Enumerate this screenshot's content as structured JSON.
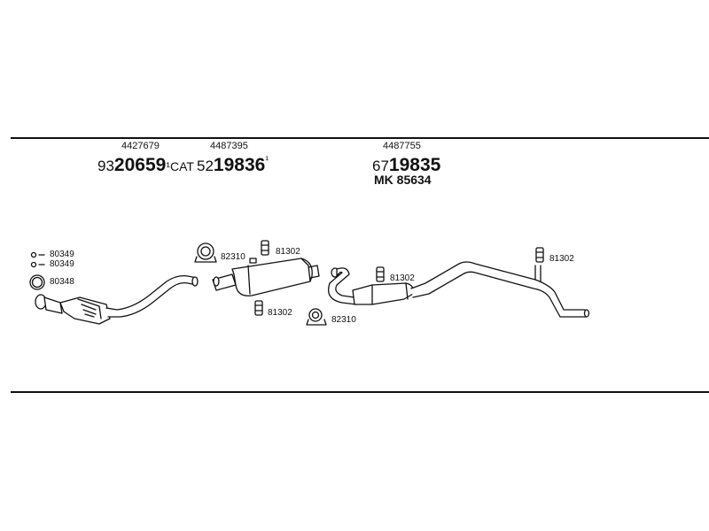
{
  "parts": {
    "front": {
      "oe": "4427679",
      "prefix": "93",
      "main": "20659",
      "suffix": "¹CAT"
    },
    "middle": {
      "oe": "4487395",
      "prefix": "52",
      "main": "19836",
      "suffix": "¹"
    },
    "rear": {
      "oe": "4487755",
      "prefix": "67",
      "main": "19835",
      "extra": "MK  85634"
    }
  },
  "callouts": {
    "gasket_a": "80349",
    "gasket_b": "80349",
    "ring": "80348",
    "clamp_mid": "82310",
    "hanger_mid_top": "81302",
    "hanger_mid_bottom": "81302",
    "clamp_rear": "82310",
    "hanger_rear_front": "81302",
    "hanger_rear_end": "81302"
  }
}
